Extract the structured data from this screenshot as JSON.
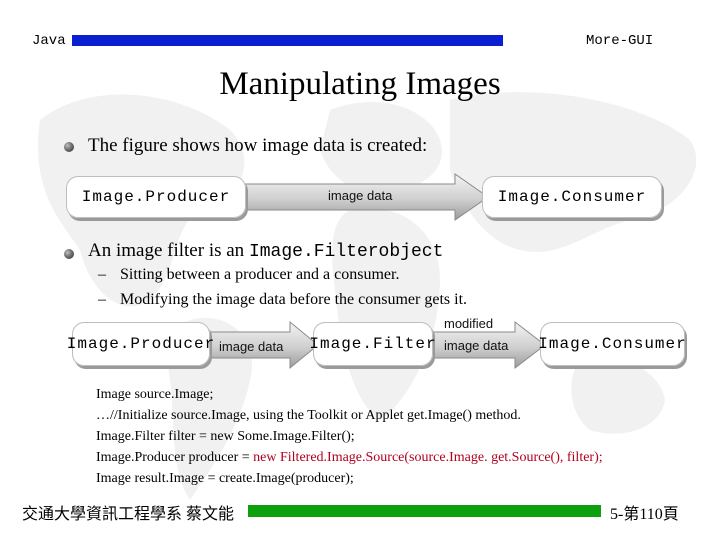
{
  "header": {
    "left": "Java",
    "right": "More-GUI"
  },
  "title": "Manipulating Images",
  "bullets": [
    {
      "prefix": "The figure shows how image data is created:",
      "mono": ""
    },
    {
      "prefix": "An image filter is an ",
      "mono": "Image.Filterobject"
    }
  ],
  "sub_bullets": [
    "Sitting between a producer and a consumer.",
    "Modifying the image data before the consumer gets it."
  ],
  "diagram1": {
    "producer": "Image.Producer",
    "arrow": "image data",
    "consumer": "Image.Consumer"
  },
  "diagram2": {
    "producer": "Image.Producer",
    "arrow1": "image data",
    "filter": "Image.Filter",
    "arrow2_top": "modified",
    "arrow2": "image data",
    "consumer": "Image.Consumer"
  },
  "code": {
    "l1": "Image source.Image;",
    "l2": "…//Initialize source.Image, using the Toolkit or Applet get.Image() method.",
    "l3": "Image.Filter filter = new Some.Image.Filter();",
    "l4a": "Image.Producer producer = ",
    "l4b": "new Filtered.Image.Source(source.Image. get.Source(), filter);",
    "l5": "Image result.Image = create.Image(producer);"
  },
  "footer": {
    "left": "交通大學資訊工程學系 蔡文能",
    "right": "5-第110頁"
  },
  "colors": {
    "header_bar": "#0a1fd0",
    "footer_bar": "#0ca10c",
    "code_highlight": "#b3001e"
  }
}
